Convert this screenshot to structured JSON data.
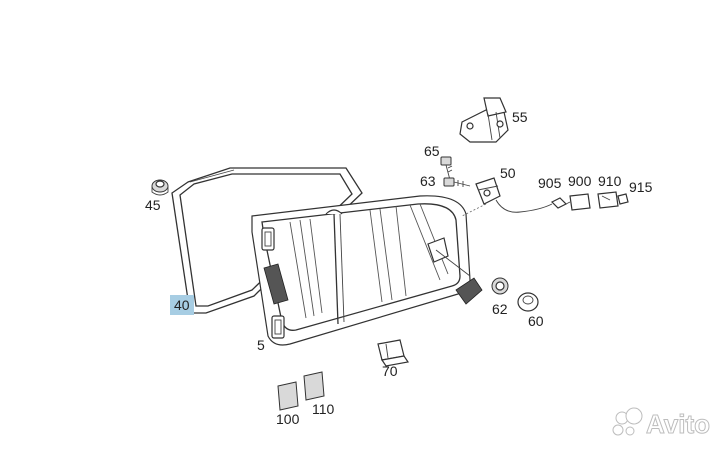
{
  "colors": {
    "line": "#333333",
    "label": "#222222",
    "highlight": "#a7cde3",
    "watermark": "#bdbdbd"
  },
  "parts": {
    "p40": "40",
    "p45": "45",
    "p5": "5",
    "p50": "50",
    "p55": "55",
    "p60": "60",
    "p62": "62",
    "p63": "63",
    "p65": "65",
    "p70": "70",
    "p100": "100",
    "p110": "110",
    "p900": "900",
    "p905": "905",
    "p910": "910",
    "p915": "915"
  },
  "highlighted_part": "40",
  "watermark": {
    "text": "Avito",
    "icon": "avito-logo-icon"
  }
}
